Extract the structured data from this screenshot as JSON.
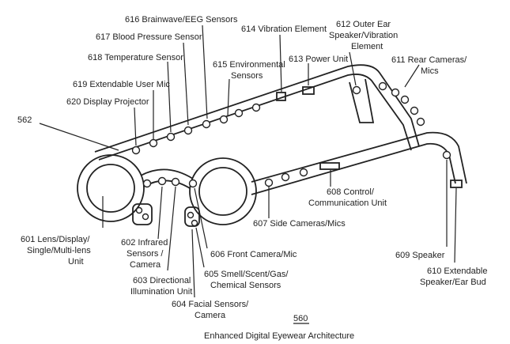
{
  "figure": {
    "ref_number": "560",
    "caption": "Enhanced Digital Eyewear Architecture"
  },
  "labels": {
    "l616": "616 Brainwave/EEG Sensors",
    "l617": "617 Blood Pressure Sensor",
    "l618": "618 Temperature Sensor",
    "l619": "619 Extendable User Mic",
    "l620": "620 Display Projector",
    "l562": "562",
    "l614": "614 Vibration Element",
    "l612a": "612 Outer Ear",
    "l612b": "Speaker/Vibration",
    "l612c": "Element",
    "l613": "613 Power Unit",
    "l615a": "615 Environmental",
    "l615b": "Sensors",
    "l611a": "611 Rear Cameras/",
    "l611b": "Mics",
    "l608a": "608 Control/",
    "l608b": "Communication Unit",
    "l607": "607 Side Cameras/Mics",
    "l601a": "601 Lens/Display/",
    "l601b": "Single/Multi-lens",
    "l601c": "Unit",
    "l602a": "602 Infrared",
    "l602b": "Sensors /",
    "l602c": "Camera",
    "l603a": "603 Directional",
    "l603b": "Illumination Unit",
    "l604a": "604 Facial Sensors/",
    "l604b": "Camera",
    "l605a": "605 Smell/Scent/Gas/",
    "l605b": "Chemical Sensors",
    "l606": "606 Front Camera/Mic",
    "l609": "609  Speaker",
    "l610a": "610 Extendable",
    "l610b": "Speaker/Ear Bud"
  }
}
